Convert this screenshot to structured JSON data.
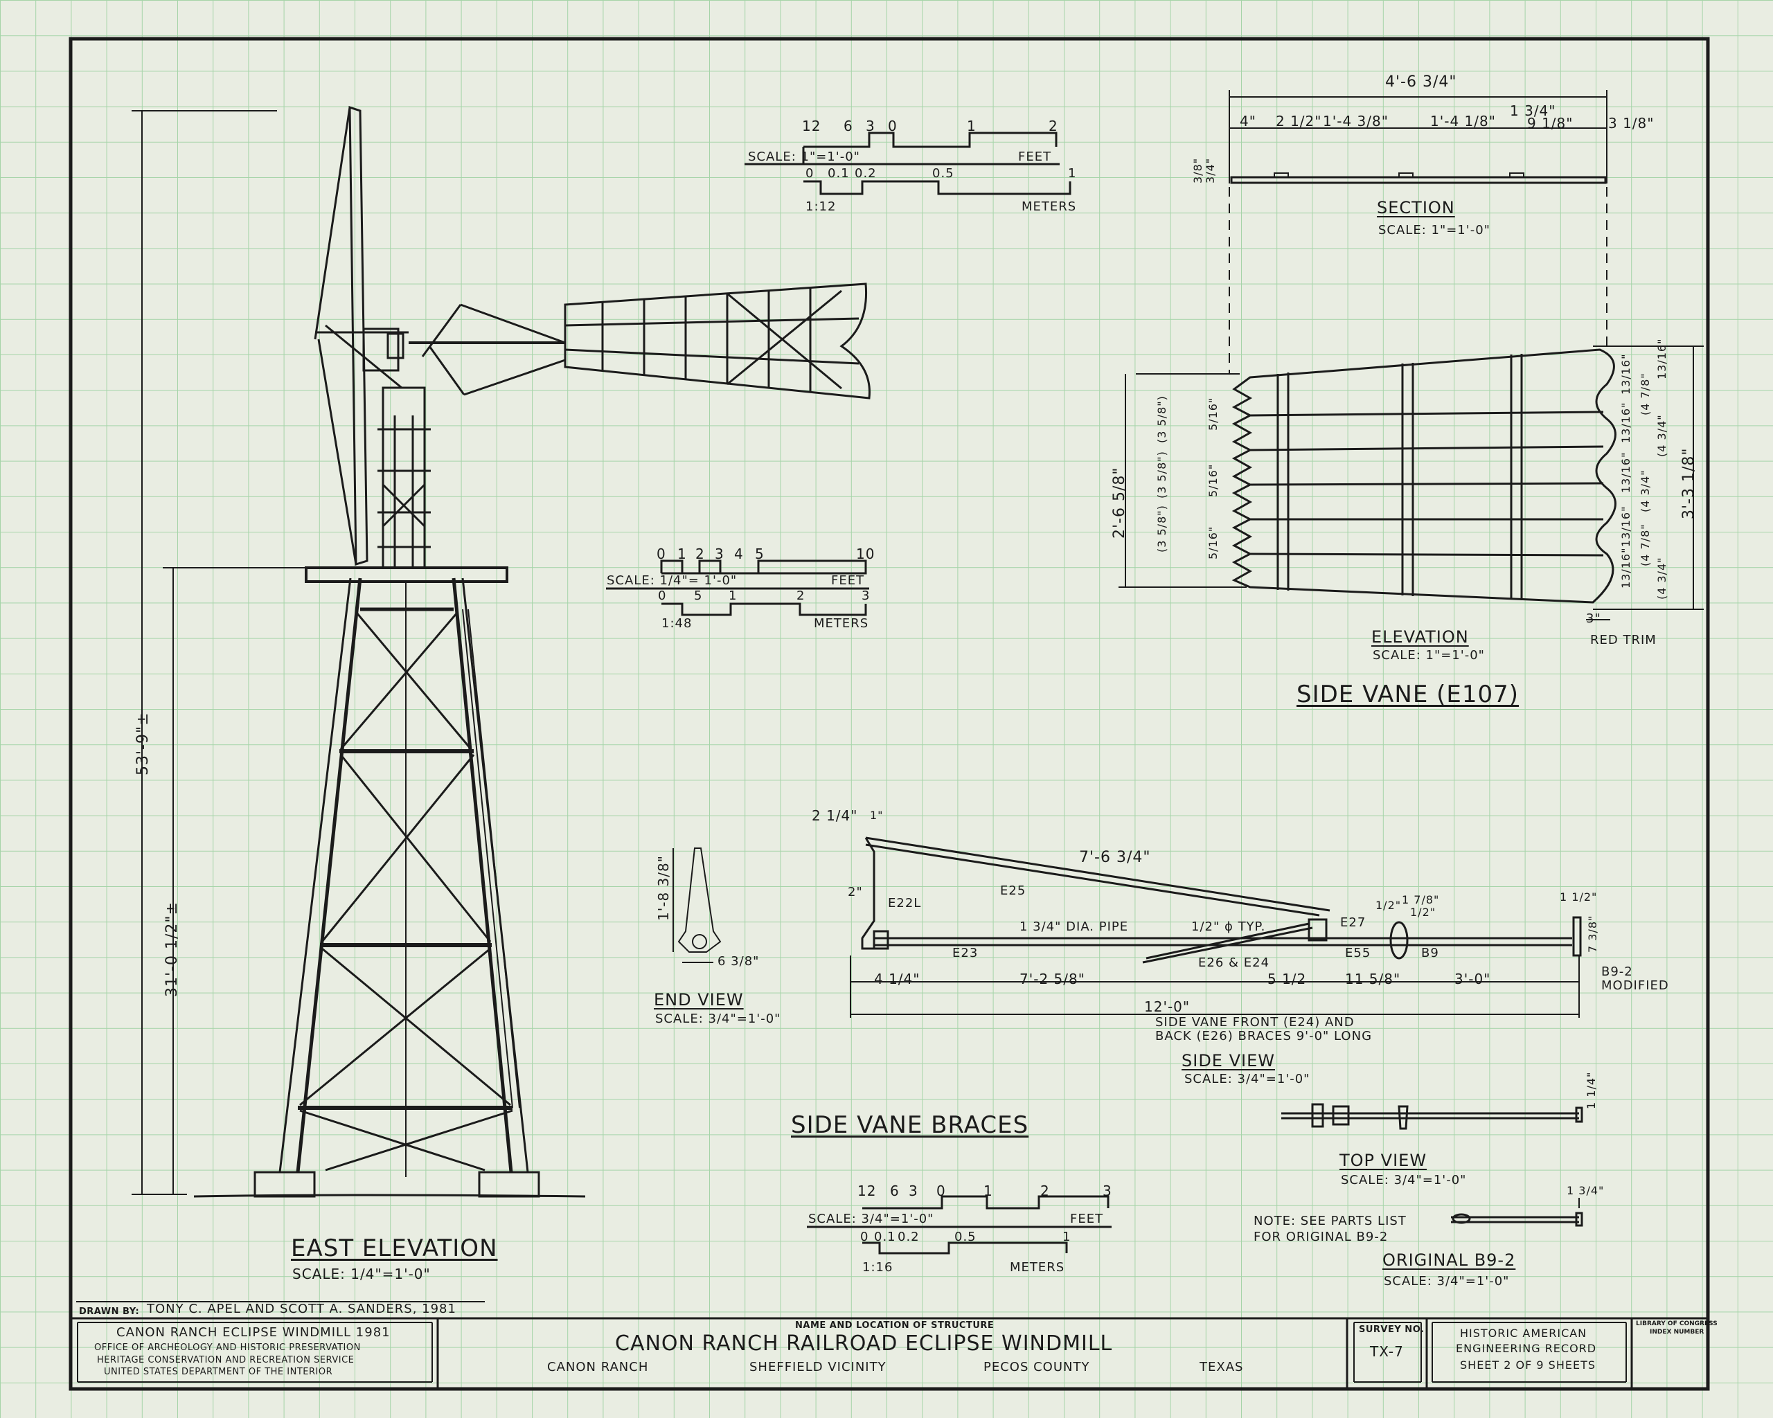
{
  "east_elevation": {
    "title": "EAST ELEVATION",
    "scale": "SCALE: 1/4\"=1'-0\"",
    "dim_total": "53'-9\"±",
    "dim_tower": "31'-0 1/2\"±"
  },
  "scale_top": {
    "feet_ticks": [
      "12",
      "6",
      "3",
      "0",
      "1",
      "2"
    ],
    "scale_label": "SCALE: 1\"=1'-0\"",
    "feet_label": "FEET",
    "meter_ticks": [
      "0",
      "0.1",
      "0.2",
      "0.5",
      "1"
    ],
    "ratio": "1:12",
    "meters_label": "METERS"
  },
  "scale_mid": {
    "feet_ticks": [
      "0",
      "1",
      "2",
      "3",
      "4",
      "5",
      "10"
    ],
    "scale_label": "SCALE: 1/4\"= 1'-0\"",
    "feet_label": "FEET",
    "meter_ticks": [
      "0",
      "5",
      "1",
      "2",
      "3"
    ],
    "ratio": "1:48",
    "meters_label": "METERS"
  },
  "scale_bottom": {
    "feet_ticks": [
      "12",
      "6",
      "3",
      "0",
      "1",
      "2",
      "3"
    ],
    "scale_label": "SCALE: 3/4\"=1'-0\"",
    "feet_label": "FEET",
    "meter_ticks": [
      "0",
      "0.1",
      "0.2",
      "0.5",
      "1"
    ],
    "ratio": "1:16",
    "meters_label": "METERS"
  },
  "section": {
    "overall": "4'-6 3/4\"",
    "dims": [
      "4\"",
      "2 1/2\"",
      "1'-4 3/8\"",
      "1'-4 1/8\"",
      "1 3/4\"",
      "9 1/8\"",
      "3 1/8\""
    ],
    "side_dims": [
      "3/8\"",
      "3/4\""
    ],
    "title": "SECTION",
    "scale": "SCALE: 1\"=1'-0\""
  },
  "side_vane": {
    "elevation_title": "ELEVATION",
    "elevation_scale": "SCALE: 1\"=1'-0\"",
    "title": "SIDE VANE (E107)",
    "red_trim": "RED TRIM",
    "trim_dim": "3\"",
    "height_left": "2'-6 5/8\"",
    "height_right": "3'-3 1/8\"",
    "left_dims": [
      "(3 5/8\")",
      "(3 5/8\")",
      "(3 5/8\")"
    ],
    "inner_left": [
      "5/16\"",
      "5/16\"",
      "5/16\""
    ],
    "right_dims": [
      "13/16\"",
      "13/16\"",
      "13/16\"",
      "13/16\"",
      "13/16\"",
      "13/16\""
    ],
    "right_inner": [
      "(4 7/8\"",
      "(4 3/4\"",
      "(4 3/4\"",
      "(4 7/8\"",
      "(4 3/4\""
    ]
  },
  "end_view": {
    "title": "END VIEW",
    "scale": "SCALE: 3/4\"=1'-0\"",
    "height": "1'-8 3/8\"",
    "width": "6 3/8\""
  },
  "side_view": {
    "title": "SIDE VIEW",
    "scale": "SCALE: 3/4\"=1'-0\"",
    "labels": {
      "d1": "2 1/4\"",
      "d2": "1\"",
      "brace_len": "7'-6 3/4\"",
      "e25": "E25",
      "d3": "2\"",
      "e22l": "E22L",
      "pipe": "1 3/4\" DIA. PIPE",
      "typ": "1/2\" ϕ TYP.",
      "e27": "E27",
      "e55": "E55",
      "e23": "E23",
      "e26e24": "E26 & E24",
      "b9": "B9",
      "d4": "1/2\"",
      "d5": "1 7/8\"",
      "d6": "1/2\"",
      "d7": "1 1/2\"",
      "d8": "7 3/8\"",
      "b92": "B9-2",
      "modified": "MODIFIED",
      "r1": "4 1/4\"",
      "r2": "7'-2 5/8\"",
      "r3": "5 1/2",
      "r4": "11 5/8\"",
      "r5": "3'-0\"",
      "overall": "12'-0\"",
      "note1": "SIDE VANE FRONT (E24) AND",
      "note2": "BACK (E26) BRACES 9'-0\" LONG"
    }
  },
  "braces_title": "SIDE VANE BRACES",
  "top_view": {
    "title": "TOP VIEW",
    "scale": "SCALE: 3/4\"=1'-0\"",
    "dim": "1 1/4\""
  },
  "original": {
    "note1": "NOTE: SEE PARTS LIST",
    "note2": "FOR ORIGINAL B9-2",
    "dim": "1 3/4\"",
    "title": "ORIGINAL B9-2",
    "scale": "SCALE: 3/4\"=1'-0\""
  },
  "title_block": {
    "drawn_by_label": "DRAWN BY:",
    "drawn_by": "TONY C. APEL AND SCOTT A. SANDERS, 1981",
    "left_lines": [
      "CANON RANCH ECLIPSE WINDMILL 1981",
      "OFFICE OF ARCHEOLOGY AND HISTORIC PRESERVATION",
      "HERITAGE CONSERVATION AND RECREATION SERVICE",
      "UNITED STATES DEPARTMENT OF THE INTERIOR"
    ],
    "name_label": "NAME AND LOCATION OF STRUCTURE",
    "name": "CANON RANCH RAILROAD ECLIPSE WINDMILL",
    "loc1": "CANON RANCH",
    "loc2": "SHEFFIELD VICINITY",
    "loc3": "PECOS COUNTY",
    "loc4": "TEXAS",
    "survey_label": "SURVEY NO.",
    "survey_no": "TX-7",
    "haer1": "HISTORIC AMERICAN",
    "haer2": "ENGINEERING RECORD",
    "sheet": "SHEET 2 OF 9 SHEETS",
    "loc_label1": "LIBRARY OF CONGRESS",
    "loc_label2": "INDEX NUMBER"
  },
  "colors": {
    "paper": "#e9ede2",
    "grid": "#9fd0a3",
    "ink": "#1b1b1b"
  }
}
